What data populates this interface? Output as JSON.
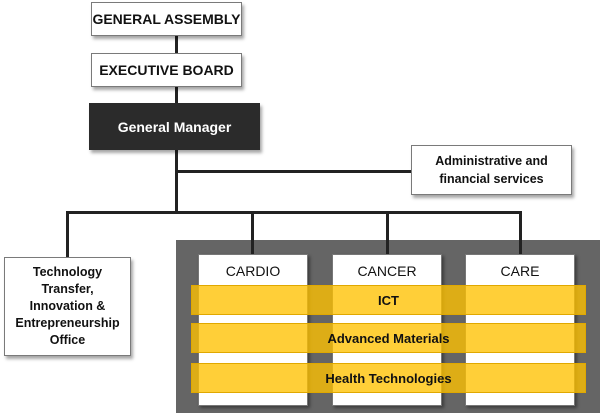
{
  "governance": {
    "general_assembly": "GENERAL ASSEMBLY",
    "executive_board": "EXECUTIVE BOARD",
    "general_manager": "General Manager"
  },
  "support_units": {
    "admin_line1": "Administrative and",
    "admin_line2": "financial services",
    "tech_line1": "Technology",
    "tech_line2": "Transfer,",
    "tech_line3": "Innovation &",
    "tech_line4": "Entrepreneurship",
    "tech_line5": "Office"
  },
  "pillars": [
    "CARDIO",
    "CANCER",
    "CARE"
  ],
  "crosscutting": [
    "ICT",
    "Advanced Materials",
    "Health Technologies"
  ],
  "colors": {
    "manager_fill": "#2b2b2b",
    "platform_fill": "#656565",
    "band_fill": "#ffc200",
    "line": "#222222"
  }
}
